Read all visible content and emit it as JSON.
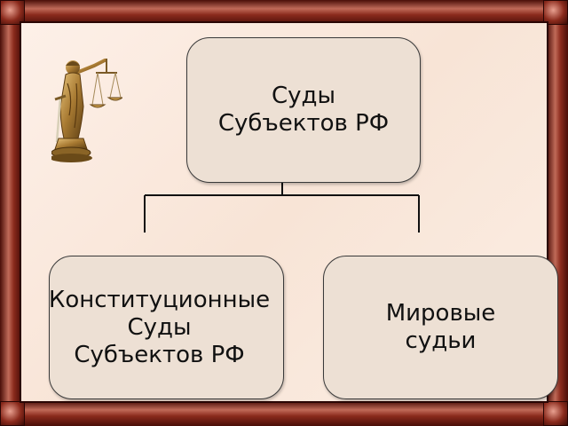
{
  "diagram": {
    "root": {
      "lines": [
        "Суды",
        "Субъектов РФ"
      ]
    },
    "children": [
      {
        "lines": [
          "Конституционные",
          "Суды",
          "Субъектов РФ"
        ]
      },
      {
        "lines": [
          "Мировые",
          "судьи"
        ]
      }
    ]
  },
  "colors": {
    "frame": "#7a1f14",
    "background": "#fbeee4",
    "node_fill": "#ede0d4",
    "node_border": "#3a3a3a",
    "connector": "#111111"
  },
  "icons": [
    "themis-statue-icon"
  ]
}
